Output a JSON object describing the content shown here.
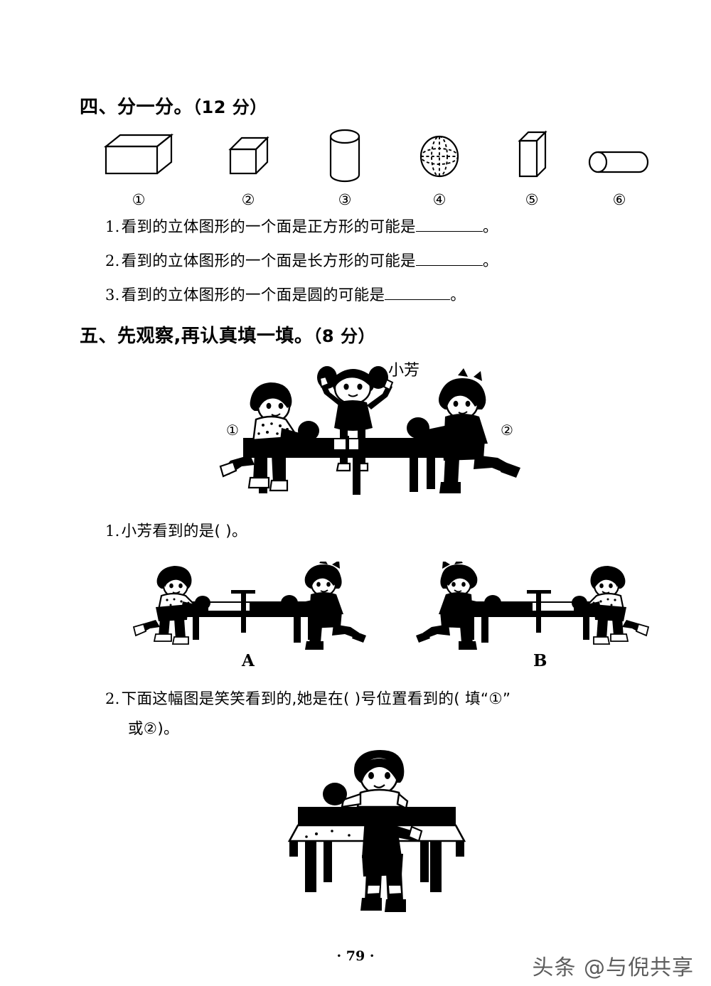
{
  "page": {
    "number": "· 79 ·",
    "watermark": "头条 @与倪共享"
  },
  "section_four": {
    "heading": "四、分一分。",
    "score": "（12 分）",
    "shapes": [
      {
        "label": "①",
        "name": "cuboid"
      },
      {
        "label": "②",
        "name": "cube"
      },
      {
        "label": "③",
        "name": "cylinder-upright"
      },
      {
        "label": "④",
        "name": "sphere"
      },
      {
        "label": "⑤",
        "name": "tall-prism"
      },
      {
        "label": "⑥",
        "name": "cylinder-horizontal"
      }
    ],
    "questions": [
      {
        "num": "1.",
        "text_before": "看到的立体图形的一个面是正方形的可能是",
        "text_after": "。"
      },
      {
        "num": "2.",
        "text_before": "看到的立体图形的一个面是长方形的可能是",
        "text_after": "。"
      },
      {
        "num": "3.",
        "text_before": "看到的立体图形的一个面是圆的可能是",
        "text_after": "。"
      }
    ]
  },
  "section_five": {
    "heading": "五、先观察,再认真填一填。",
    "score": "（8 分）",
    "scene": {
      "girl_name": "小芳",
      "position_left": "①",
      "position_right": "②"
    },
    "question1": {
      "num": "1.",
      "text": "小芳看到的是(          )。",
      "options": [
        {
          "label": "A"
        },
        {
          "label": "B"
        }
      ]
    },
    "question2": {
      "num": "2.",
      "line1": "下面这幅图是笑笑看到的,她是在(          )号位置看到的( 填“①”",
      "line2": "或②)。"
    }
  }
}
